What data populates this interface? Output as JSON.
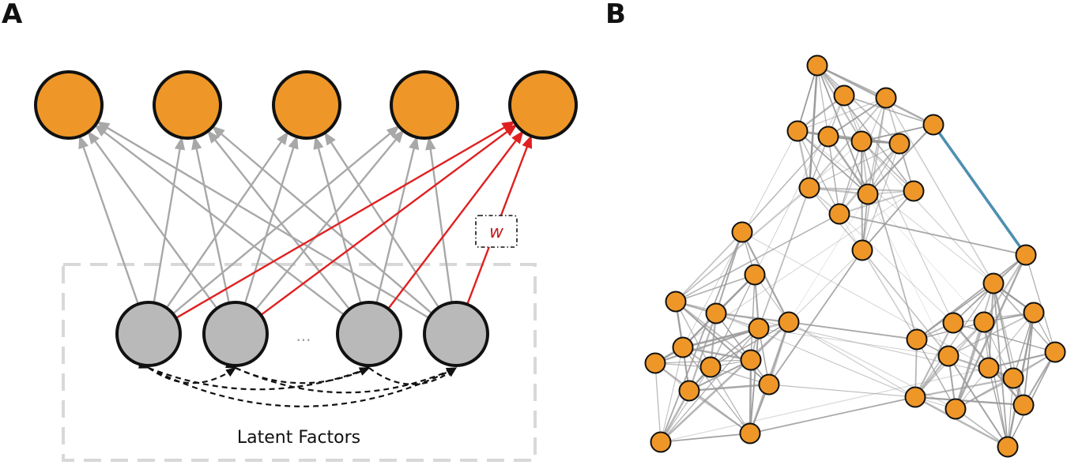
{
  "panels": {
    "a": "A",
    "b": "B"
  },
  "diagram_a": {
    "weight_label": "w",
    "ellipsis": "···",
    "latent_box_label": "Latent Factors",
    "colors": {
      "observed_node": "#EE9728",
      "latent_node": "#B9B9B9",
      "edge": "#A8A8A8",
      "highlight_edge": "#E02020",
      "dashed_box": "#D8D8D8",
      "weight_text": "#C02020"
    }
  },
  "diagram_b": {
    "colors": {
      "node": "#EE9728",
      "edge": "#9A9A9A",
      "highlight_edge": "#4D8FB0"
    }
  }
}
